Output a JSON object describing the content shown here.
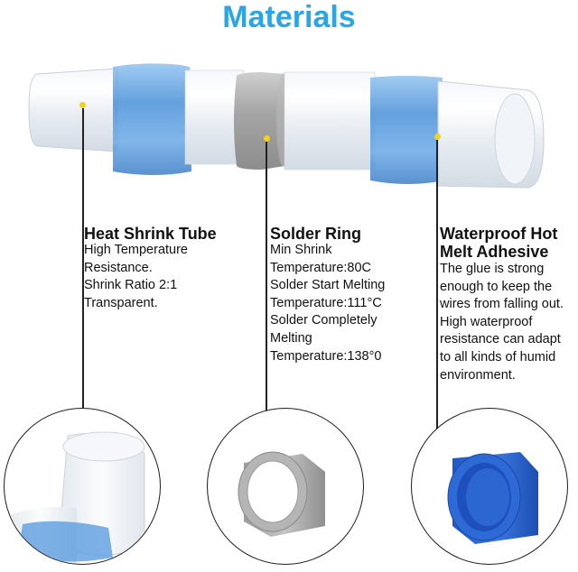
{
  "title": "Materials",
  "colors": {
    "title": "#2aa6e6",
    "leader_dot": "#f2d21b",
    "blue_ring": "#4a90d9",
    "solder_ring": "#a6a6a6",
    "text": "#111111"
  },
  "columns": [
    {
      "heading_lines": [
        "Heat Shrink Tube"
      ],
      "body_lines": [
        "High Temperature",
        "Resistance.",
        "Shrink Ratio 2:1",
        "Transparent."
      ]
    },
    {
      "heading_lines": [
        "Solder Ring"
      ],
      "body_lines": [
        "Min Shrink",
        "Temperature:80C",
        "Solder Start Melting",
        "Temperature:111°C",
        "Solder Completely",
        "Melting",
        "Temperature:138°0"
      ]
    },
    {
      "heading_lines": [
        "Waterproof Hot",
        "Melt Adhesive"
      ],
      "body_lines": [
        "The glue is strong",
        "enough to keep the",
        "wires from falling out.",
        "High waterproof",
        "resistance can adapt",
        "to all kinds of humid",
        "environment."
      ]
    }
  ],
  "icons": {
    "product": "heat-shrink-solder-connector-illustration",
    "tube_closeup": "heat-shrink-tube-closeup",
    "solder_closeup": "solder-ring-closeup",
    "adhesive_closeup": "blue-adhesive-ring-closeup"
  }
}
